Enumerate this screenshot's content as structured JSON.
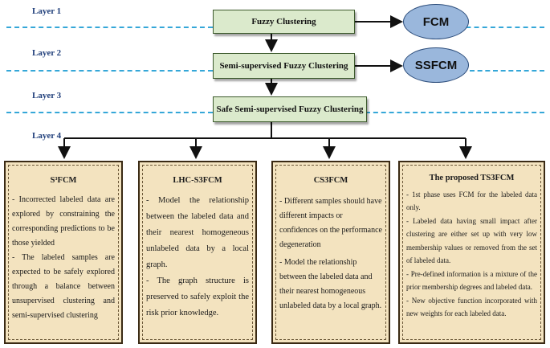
{
  "layers": [
    {
      "label": "Layer 1"
    },
    {
      "label": "Layer 2"
    },
    {
      "label": "Layer 3"
    },
    {
      "label": "Layer 4"
    }
  ],
  "boxes": {
    "fuzzy": "Fuzzy Clustering",
    "semi": "Semi-supervised Fuzzy Clustering",
    "safe": "Safe Semi-supervised Fuzzy Clustering"
  },
  "ellipses": {
    "fcm": "FCM",
    "ssfcm": "SSFCM"
  },
  "cards": [
    {
      "title": "S³FCM",
      "items": [
        "- Incorrected labeled data are explored by constraining the corresponding predictions to be those yielded",
        "- The labeled samples are expected to be safely explored through a balance between unsupervised clustering and semi-supervised clustering"
      ]
    },
    {
      "title": "LHC-S3FCM",
      "items": [
        "- Model the relationship between the labeled data and their nearest homogeneous unlabeled data by a local graph.",
        "- The graph structure is preserved to safely exploit the risk prior knowledge."
      ]
    },
    {
      "title": "CS3FCM",
      "items": [
        "- Different samples should have different impacts or confidences on the performance degeneration",
        "- Model the relationship between the labeled data and their nearest homogeneous unlabeled data by a local graph."
      ]
    },
    {
      "title": "The proposed TS3FCM",
      "items": [
        "- 1st phase uses FCM for the labeled data only.",
        "- Labeled data having small impact after clustering are either set up with very low membership values or removed from the set of labeled data.",
        "- Pre-defined information is a mixture of the prior membership degrees and labeled data.",
        "- New objective function incorporated with new weights for each labeled data."
      ]
    }
  ],
  "colors": {
    "dash": "#35a7d8",
    "box_fill": "#dbeacc",
    "ellipse_fill": "#9ab7dc",
    "card_fill": "#f3e3bf"
  }
}
